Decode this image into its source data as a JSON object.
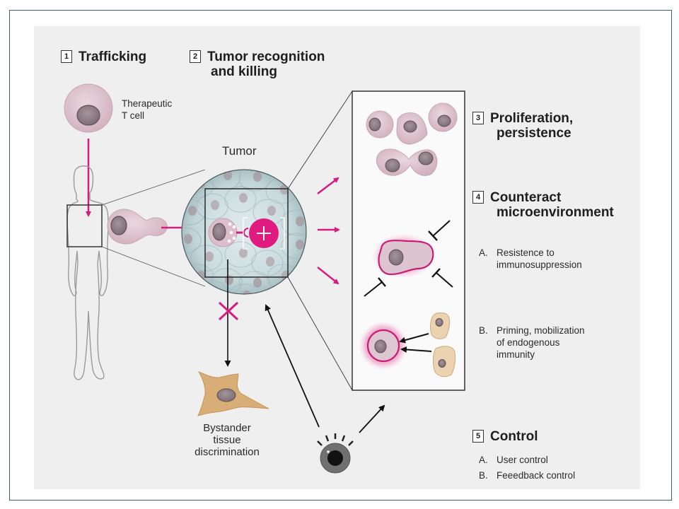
{
  "figure": {
    "steps": [
      {
        "number": "1",
        "title": [
          "Trafficking"
        ]
      },
      {
        "number": "2",
        "title": [
          "Tumor recognition",
          "and killing"
        ]
      },
      {
        "number": "3",
        "title": [
          "Proliferation,",
          "persistence"
        ]
      },
      {
        "number": "4",
        "title": [
          "Counteract",
          "microenvironment"
        ],
        "items": [
          {
            "label": "A.",
            "lines": [
              "Resistence to",
              "immunosuppression"
            ]
          },
          {
            "label": "B.",
            "lines": [
              "Priming, mobilization",
              "of endogenous",
              "immunity"
            ]
          }
        ]
      },
      {
        "number": "5",
        "title": [
          "Control"
        ],
        "items": [
          {
            "label": "A.",
            "lines": [
              "User control"
            ]
          },
          {
            "label": "B.",
            "lines": [
              "Feeedback control"
            ]
          }
        ]
      }
    ],
    "labels": {
      "t_cell": [
        "Therapeutic",
        "T cell"
      ],
      "tumor": "Tumor",
      "bystander": [
        "Bystander",
        "tissue",
        "discrimination"
      ]
    },
    "colors": {
      "magenta": "#d81b80",
      "cell_pink": "#dcc2cc",
      "nucleus": "#8e7c84",
      "tumor_blue": "#b9cfd2",
      "bystander_tan": "#d2a66e",
      "frame": "#3f6269",
      "panel": "#f0efef"
    }
  }
}
